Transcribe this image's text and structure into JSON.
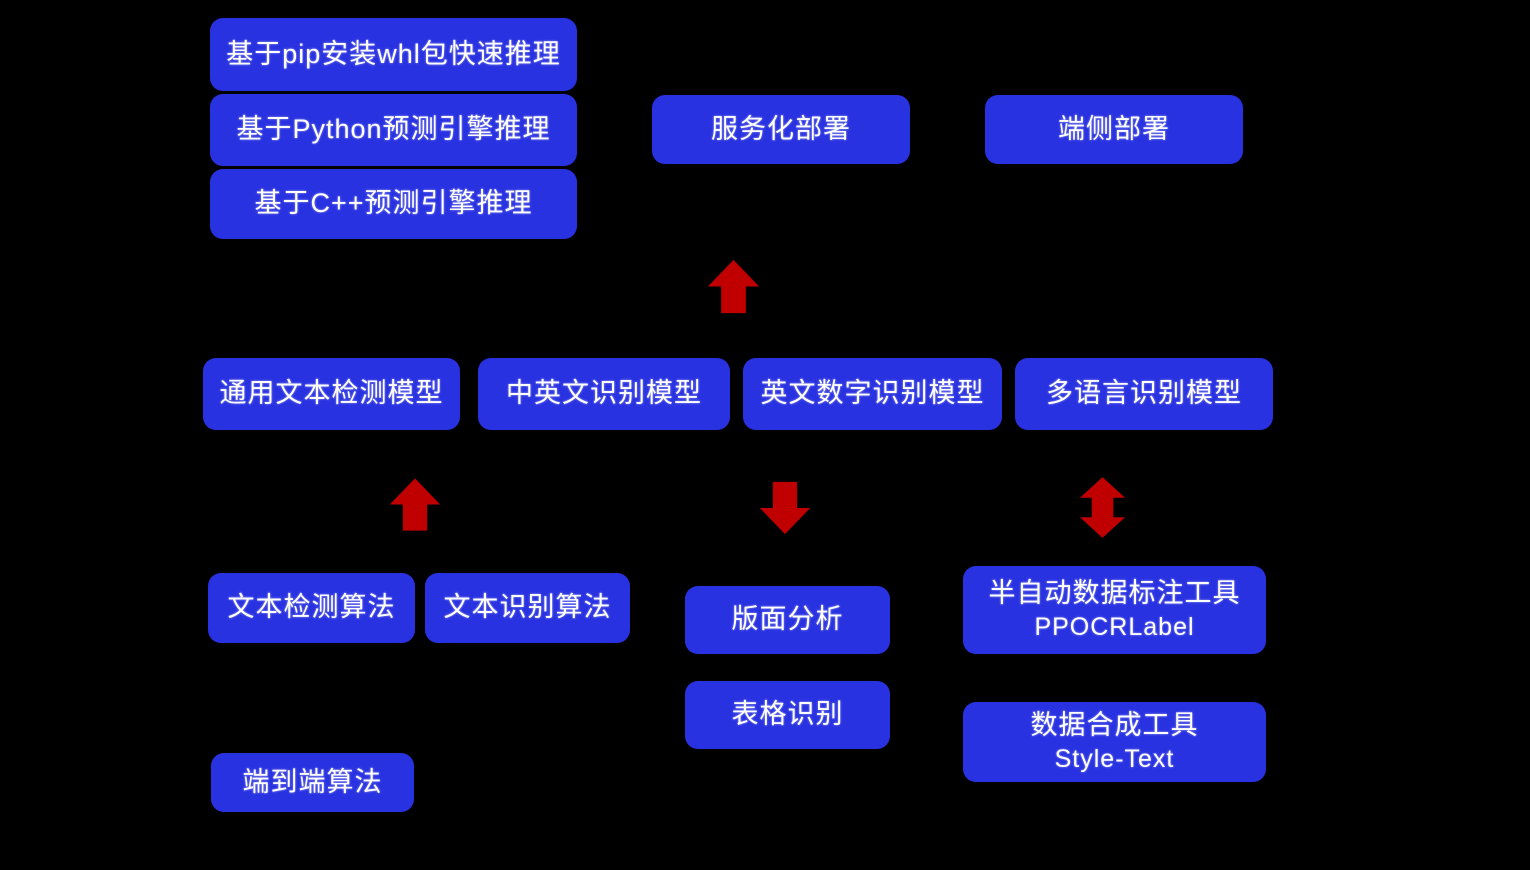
{
  "colors": {
    "background": "#000000",
    "node_fill": "#2932E1",
    "arrow_fill": "#C00000",
    "text": "#FFFFFF"
  },
  "nodes": {
    "pip_whl": {
      "label": "基于pip安装whl包快速推理"
    },
    "python_engine": {
      "label": "基于Python预测引擎推理"
    },
    "cpp_engine": {
      "label": "基于C++预测引擎推理"
    },
    "serving_deploy": {
      "label": "服务化部署"
    },
    "edge_deploy": {
      "label": "端侧部署"
    },
    "general_det_model": {
      "label": "通用文本检测模型"
    },
    "zh_en_rec_model": {
      "label": "中英文识别模型"
    },
    "en_num_rec_model": {
      "label": "英文数字识别模型"
    },
    "multilang_rec_model": {
      "label": "多语言识别模型"
    },
    "text_det_algo": {
      "label": "文本检测算法"
    },
    "text_rec_algo": {
      "label": "文本识别算法"
    },
    "e2e_algo": {
      "label": "端到端算法"
    },
    "layout_analysis": {
      "label": "版面分析"
    },
    "table_rec": {
      "label": "表格识别"
    },
    "label_tool": {
      "label": "半自动数据标注工具",
      "sublabel": "PPOCRLabel"
    },
    "synth_tool": {
      "label": "数据合成工具",
      "sublabel": "Style-Text"
    }
  },
  "arrows": {
    "models_to_deploy": {
      "direction": "up"
    },
    "algos_to_det_model": {
      "direction": "up"
    },
    "models_to_structure": {
      "direction": "down"
    },
    "models_and_tools": {
      "direction": "up-down"
    }
  }
}
